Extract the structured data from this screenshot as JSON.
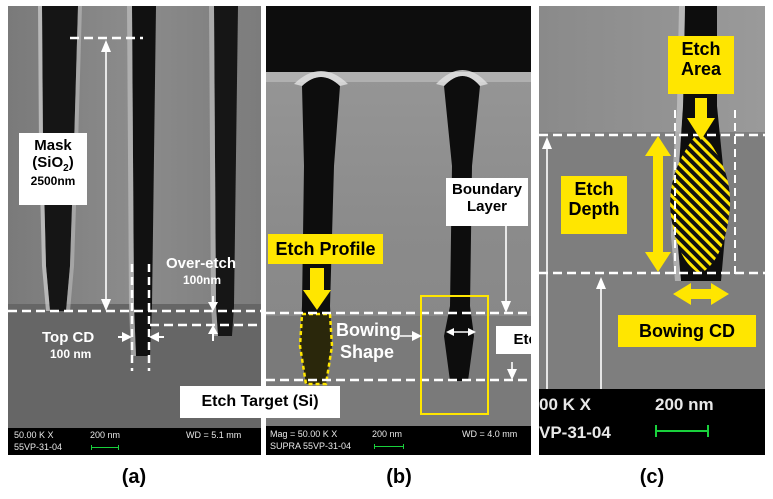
{
  "figure": {
    "captions": {
      "a": "(a)",
      "b": "(b)",
      "c": "(c)"
    },
    "colors": {
      "highlight": "#ffe600",
      "scale_bar": "#19d13c",
      "background": "#ffffff"
    }
  },
  "panel_a": {
    "mask_label": "Mask",
    "sio2_prefix": "(SiO",
    "sio2_sub": "2",
    "sio2_suffix": ")",
    "mask_thickness": "2500nm",
    "overetch_label": "Over-etch",
    "overetch_value": "100nm",
    "topcd_label": "Top CD",
    "topcd_value": "100 nm",
    "info_mag": "50.00 K X",
    "info_scale": "200 nm",
    "info_wd": "WD =  5.1 mm",
    "info_id": "55VP-31-04"
  },
  "panel_b": {
    "etch_profile_label": "Etch Profile",
    "boundary_layer_label_1": "Boundary",
    "boundary_layer_label_2": "Layer",
    "bowing_label_1": "Bowing",
    "bowing_label_2": "Shape",
    "etch_front_label": "Etch Front",
    "etch_target_label": "Etch Target (Si)",
    "info_mag": "Mag =  50.00 K X",
    "info_scale": "200 nm",
    "info_wd": "WD =  4.0 mm",
    "info_id": "SUPRA 55VP-31-04"
  },
  "panel_c": {
    "etch_area_label_1": "Etch",
    "etch_area_label_2": "Area",
    "etch_depth_label_1": "Etch",
    "etch_depth_label_2": "Depth",
    "bowing_cd_label": "Bowing CD",
    "info_mag": "00 K X",
    "info_scale": "200 nm",
    "info_id": "VP-31-04"
  }
}
